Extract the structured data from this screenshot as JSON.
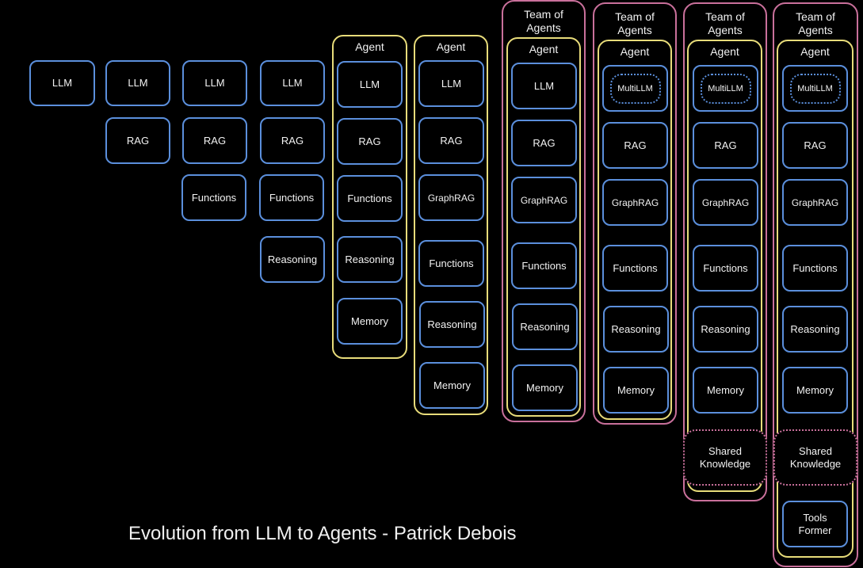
{
  "title": "Evolution from LLM to Agents - Patrick Debois",
  "colors": {
    "component_border": "#5b8fdc",
    "agent_border": "#e8dc7a",
    "team_border": "#c9709b",
    "background": "#000000",
    "text": "#f2f2f2"
  },
  "labels": {
    "agent": "Agent",
    "team_line1": "Team of",
    "team_line2": "Agents"
  },
  "columns": [
    {
      "frames": [],
      "items": [
        "LLM"
      ]
    },
    {
      "frames": [],
      "items": [
        "LLM",
        "RAG"
      ]
    },
    {
      "frames": [],
      "items": [
        "LLM",
        "RAG",
        "Functions"
      ]
    },
    {
      "frames": [],
      "items": [
        "LLM",
        "RAG",
        "Functions",
        "Reasoning"
      ]
    },
    {
      "frames": [
        "Agent"
      ],
      "items": [
        "LLM",
        "RAG",
        "Functions",
        "Reasoning",
        "Memory"
      ]
    },
    {
      "frames": [
        "Agent"
      ],
      "items": [
        "LLM",
        "RAG",
        "GraphRAG",
        "Functions",
        "Reasoning",
        "Memory"
      ]
    },
    {
      "frames": [
        "Team of Agents",
        "Agent"
      ],
      "items": [
        "LLM",
        "RAG",
        "GraphRAG",
        "Functions",
        "Reasoning",
        "Memory"
      ]
    },
    {
      "frames": [
        "Team of Agents",
        "Agent"
      ],
      "items": [
        "MultiLLM",
        "RAG",
        "GraphRAG",
        "Functions",
        "Reasoning",
        "Memory"
      ]
    },
    {
      "frames": [
        "Team of Agents",
        "Agent"
      ],
      "items": [
        "MultiLLM",
        "RAG",
        "GraphRAG",
        "Functions",
        "Reasoning",
        "Memory"
      ],
      "shared": "Shared Knowledge"
    },
    {
      "frames": [
        "Team of Agents",
        "Agent"
      ],
      "items": [
        "MultiLLM",
        "RAG",
        "GraphRAG",
        "Functions",
        "Reasoning",
        "Memory"
      ],
      "shared": "Shared Knowledge",
      "extra": "Tools Former"
    }
  ],
  "shared_line1": "Shared",
  "shared_line2": "Knowledge",
  "tools_line1": "Tools",
  "tools_line2": "Former"
}
